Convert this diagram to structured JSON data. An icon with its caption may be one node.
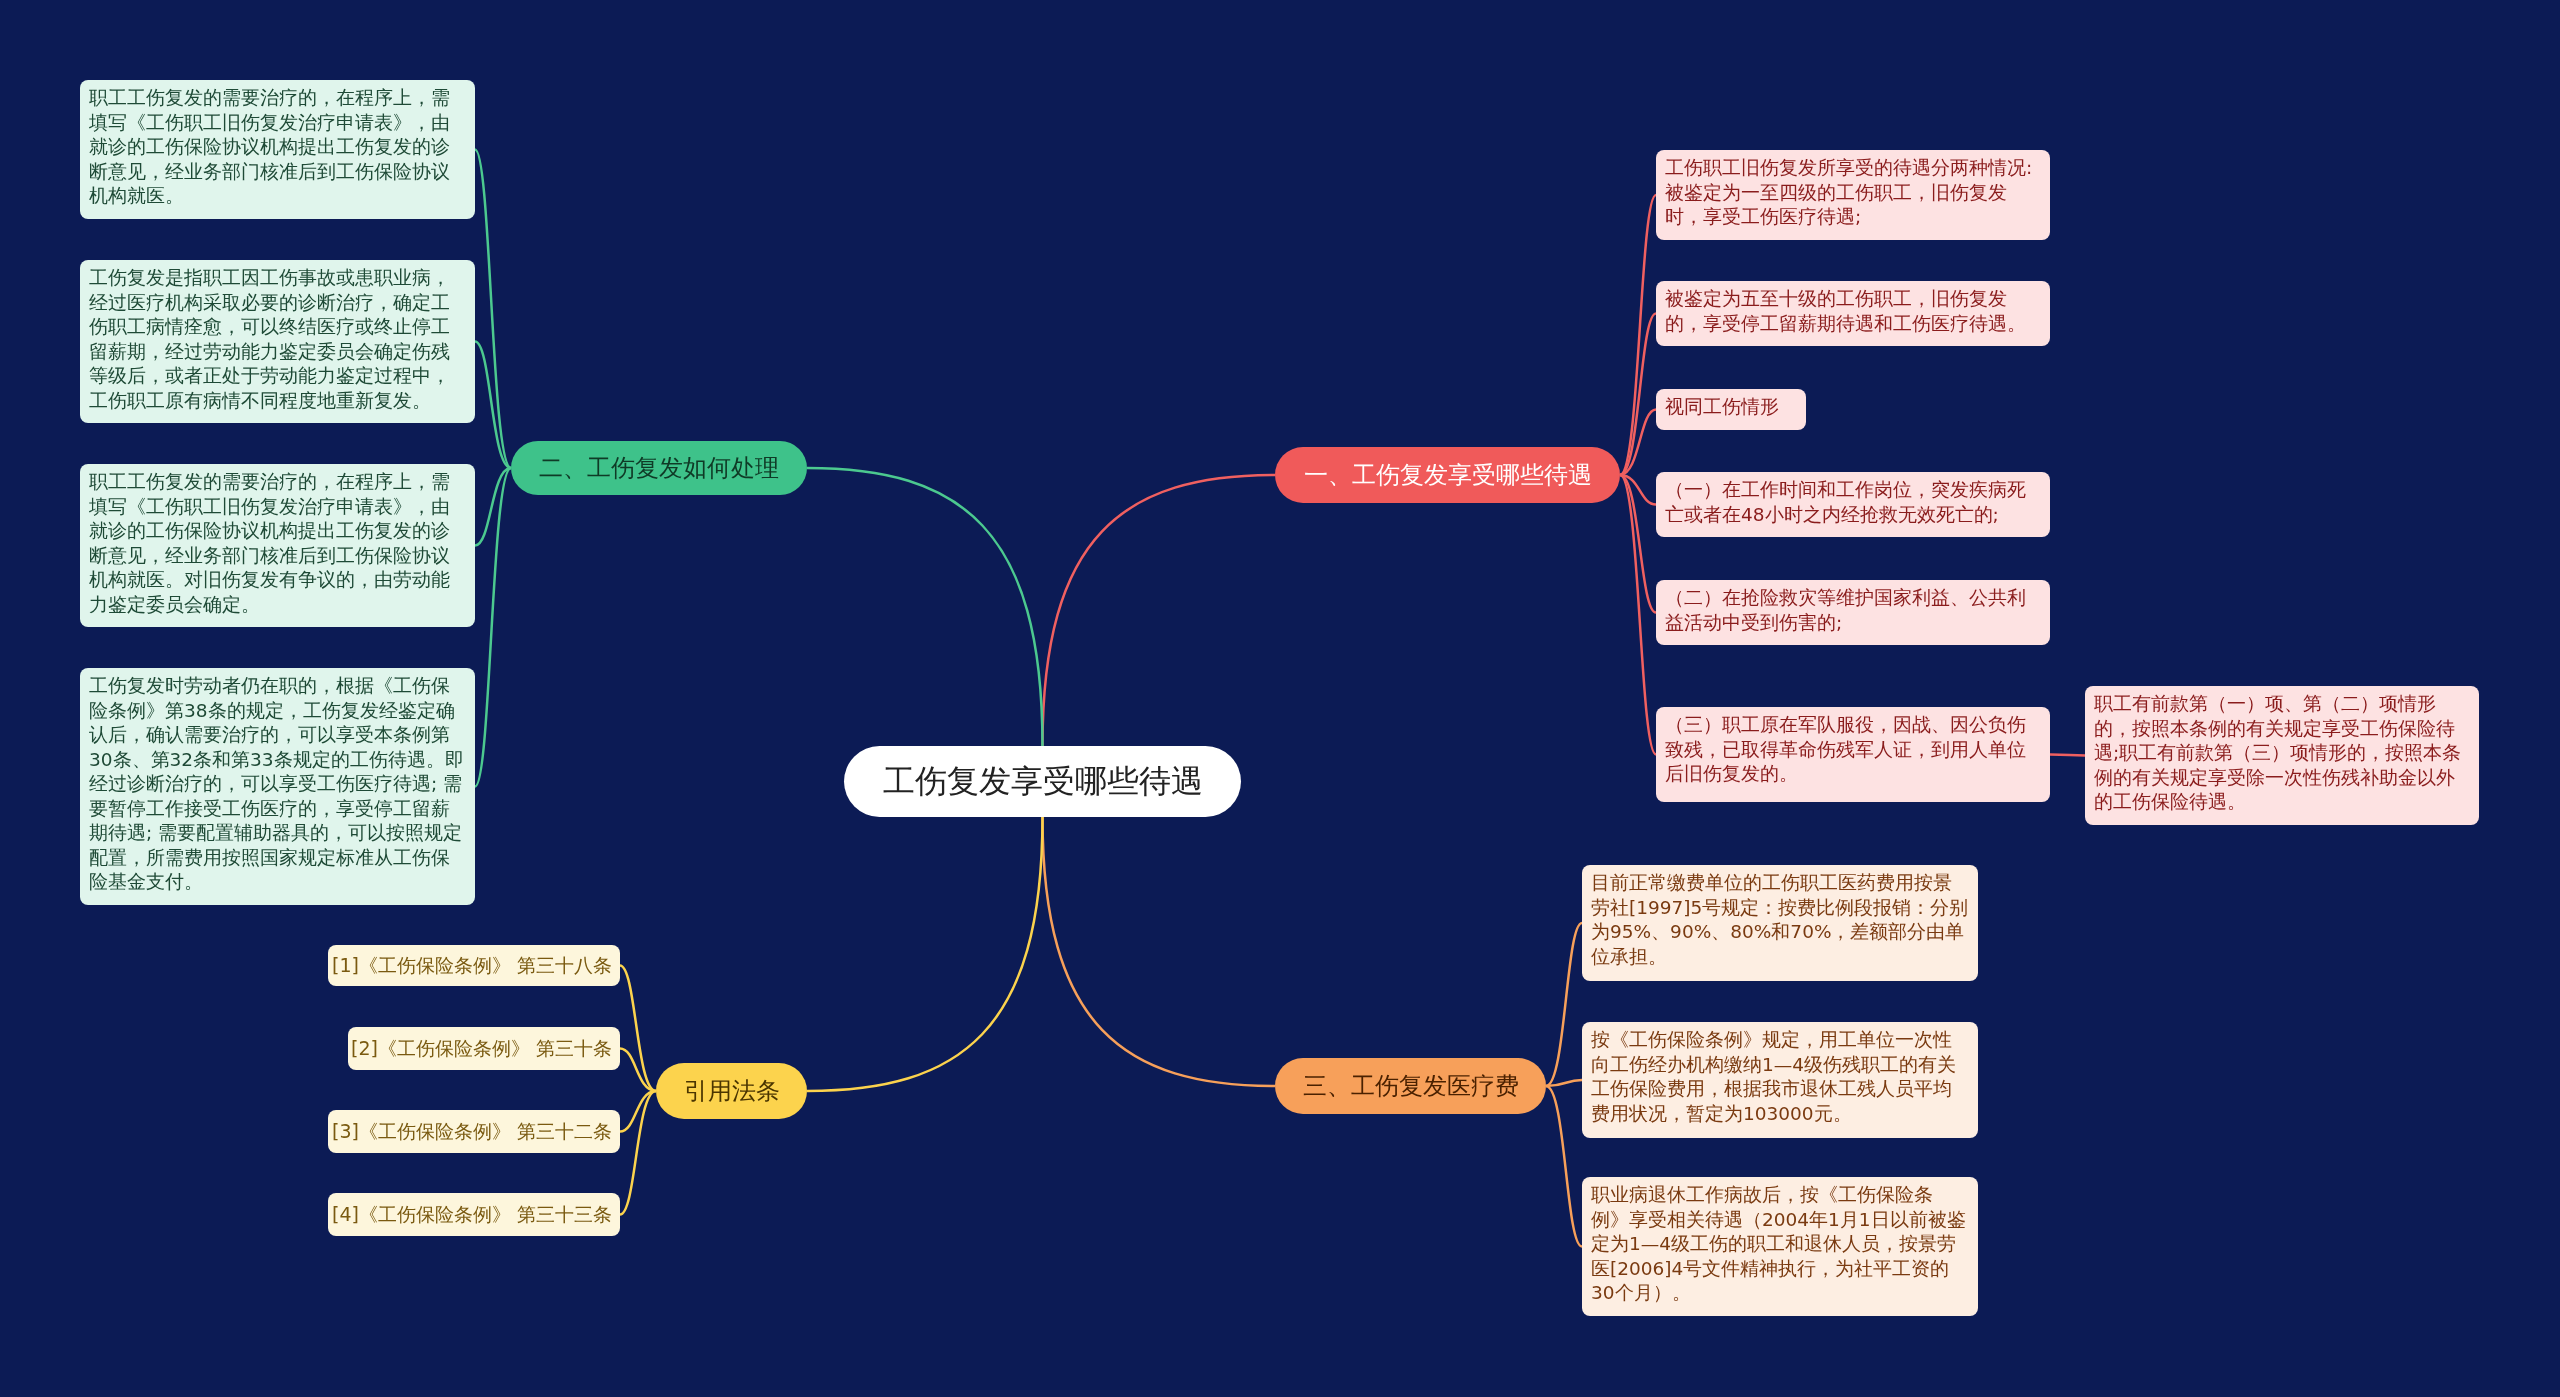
{
  "diagram": {
    "nodes": [
      {
        "text": [
          "工伤复发享受哪些待遇"
        ]
      },
      {
        "text": [
          "一、工伤复发享受哪些待遇"
        ]
      },
      {
        "text": [
          "工伤职工旧伤复发所享受的待遇分两种情况:被鉴定为一至四级的工伤职工，旧伤复发时，享受工伤医疗待遇;"
        ]
      },
      {
        "text": [
          "被鉴定为五至十级的工伤职工，旧伤复发的，享受停工留薪期待遇和工伤医疗待遇。"
        ]
      },
      {
        "text": [
          "视同工伤情形"
        ]
      },
      {
        "text": [
          "（一）在工作时间和工作岗位，突发疾病死亡或者在48小时之内经抢救无效死亡的;"
        ]
      },
      {
        "text": [
          "（二）在抢险救灾等维护国家利益、公共利益活动中受到伤害的;"
        ]
      },
      {
        "text": [
          "（三）职工原在军队服役，因战、因公负伤致残，已取得革命伤残军人证，到用人单位后旧伤复发的。"
        ]
      },
      {
        "text": [
          "职工有前款第（一）项、第（二）项情形的，按照本条例的有关规定享受工伤保险待遇;职工有前款第（三）项情形的，按照本条例的有关规定享受除一次性伤残补助金以外的工伤保险待遇。"
        ]
      },
      {
        "text": [
          "二、工伤复发如何处理"
        ]
      },
      {
        "text": [
          "职工工伤复发的需要治疗的，在程序上，需填写《工伤职工旧伤复发治疗申请表》，由就诊的工伤保险协议机构提出工伤复发的诊断意见，经业务部门核准后到工伤保险协议机构就医。"
        ]
      },
      {
        "text": [
          "工伤复发是指职工因工伤事故或患职业病，经过医疗机构采取必要的诊断治疗，确定工伤职工病情痊愈，可以终结医疗或终止停工留薪期，经过劳动能力鉴定委员会确定伤残等级后，或者正处于劳动能力鉴定过程中，工伤职工原有病情不同程度地重新复发。"
        ]
      },
      {
        "text": [
          "职工工伤复发的需要治疗的，在程序上，需填写《工伤职工旧伤复发治疗申请表》，由就诊的工伤保险协议机构提出工伤复发的诊断意见，经业务部门核准后到工伤保险协议机构就医。对旧伤复发有争议的，由劳动能力鉴定委员会确定。"
        ]
      },
      {
        "text": [
          "工伤复发时劳动者仍在职的，根据《工伤保险条例》第38条的规定，工伤复发经鉴定确认后，确认需要治疗的，可以享受本条例第30条、第32条和第33条规定的工伤待遇。即经过诊断治疗的，可以享受工伤医疗待遇; 需要暂停工作接受工伤医疗的，享受停工留薪期待遇; 需要配置辅助器具的，可以按照规定配置，所需费用按照国家规定标准从工伤保险基金支付。"
        ]
      },
      {
        "text": [
          "三、工伤复发医疗费"
        ]
      },
      {
        "text": [
          "目前正常缴费单位的工伤职工医药费用按景劳社[1997]5号规定：按费比例段报销：分别为95%、90%、80%和70%，差额部分由单位承担。"
        ]
      },
      {
        "text": [
          "按《工伤保险条例》规定，用工单位一次性向工伤经办机构缴纳1—4级伤残职工的有关工伤保险费用，根据我市退休工残人员平均费用状况，暂定为103000元。"
        ]
      },
      {
        "text": [
          "职业病退休工作病故后，按《工伤保险条例》享受相关待遇（2004年1月1日以前被鉴定为1—4级工伤的职工和退休人员，按景劳医[2006]4号文件精神执行，为社平工资的30个月）。"
        ]
      },
      {
        "text": [
          "引用法条"
        ]
      },
      {
        "text": [
          "[1]《工伤保险条例》 第三十八条"
        ]
      },
      {
        "text": [
          "[2]《工伤保险条例》 第三十条"
        ]
      },
      {
        "text": [
          "[3]《工伤保险条例》 第三十二条"
        ]
      },
      {
        "text": [
          "[4]《工伤保险条例》 第三十三条"
        ]
      }
    ],
    "edges": [
      {
        "from": 0,
        "to": 1,
        "arrow": "none",
        "color": "#f06060"
      },
      {
        "from": 1,
        "to": 2,
        "arrow": "none",
        "color": "#f06060"
      },
      {
        "from": 1,
        "to": 3,
        "arrow": "none",
        "color": "#f06060"
      },
      {
        "from": 1,
        "to": 4,
        "arrow": "none",
        "color": "#f06060"
      },
      {
        "from": 1,
        "to": 5,
        "arrow": "none",
        "color": "#f06060"
      },
      {
        "from": 1,
        "to": 6,
        "arrow": "none",
        "color": "#f06060"
      },
      {
        "from": 1,
        "to": 7,
        "arrow": "none",
        "color": "#f06060"
      },
      {
        "from": 7,
        "to": 8,
        "arrow": "none",
        "color": "#f06060"
      },
      {
        "from": 0,
        "to": 9,
        "arrow": "none",
        "color": "#4cc98f"
      },
      {
        "from": 9,
        "to": 10,
        "arrow": "none",
        "color": "#4cc98f"
      },
      {
        "from": 9,
        "to": 11,
        "arrow": "none",
        "color": "#4cc98f"
      },
      {
        "from": 9,
        "to": 12,
        "arrow": "none",
        "color": "#4cc98f"
      },
      {
        "from": 9,
        "to": 13,
        "arrow": "none",
        "color": "#4cc98f"
      },
      {
        "from": 0,
        "to": 14,
        "arrow": "none",
        "color": "#f7a05a"
      },
      {
        "from": 14,
        "to": 15,
        "arrow": "none",
        "color": "#f7a05a"
      },
      {
        "from": 14,
        "to": 16,
        "arrow": "none",
        "color": "#f7a05a"
      },
      {
        "from": 14,
        "to": 17,
        "arrow": "none",
        "color": "#f7a05a"
      },
      {
        "from": 0,
        "to": 18,
        "arrow": "none",
        "color": "#fcd34d"
      },
      {
        "from": 18,
        "to": 19,
        "arrow": "none",
        "color": "#fcd34d"
      },
      {
        "from": 18,
        "to": 20,
        "arrow": "none",
        "color": "#fcd34d"
      },
      {
        "from": 18,
        "to": 21,
        "arrow": "none",
        "color": "#fcd34d"
      },
      {
        "from": 18,
        "to": 22,
        "arrow": "none",
        "color": "#fcd34d"
      }
    ]
  }
}
